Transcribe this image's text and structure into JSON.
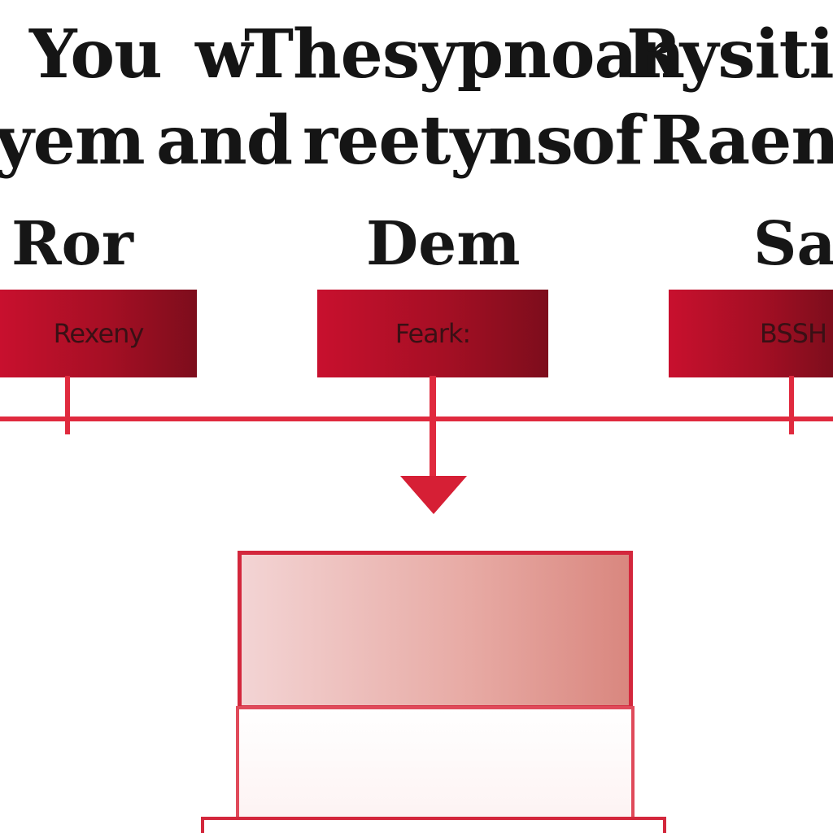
{
  "title": {
    "line1": [
      ".",
      "You",
      "w",
      "The",
      "sypnoan",
      "Rysitir"
    ],
    "line2": [
      "yem",
      "and",
      "reetyns",
      "of",
      "Raenm"
    ]
  },
  "columns": [
    {
      "label": "Ror",
      "box_label": "Rexeny"
    },
    {
      "label": "Dem",
      "box_label": "Feark:"
    },
    {
      "label": "Sa",
      "box_label": "BSSH"
    }
  ],
  "colors": {
    "primary_red": "#c8102e",
    "dark_red": "#7d0d1c",
    "line_red": "#e02a3e",
    "light_pink": "#f3d4d4"
  }
}
